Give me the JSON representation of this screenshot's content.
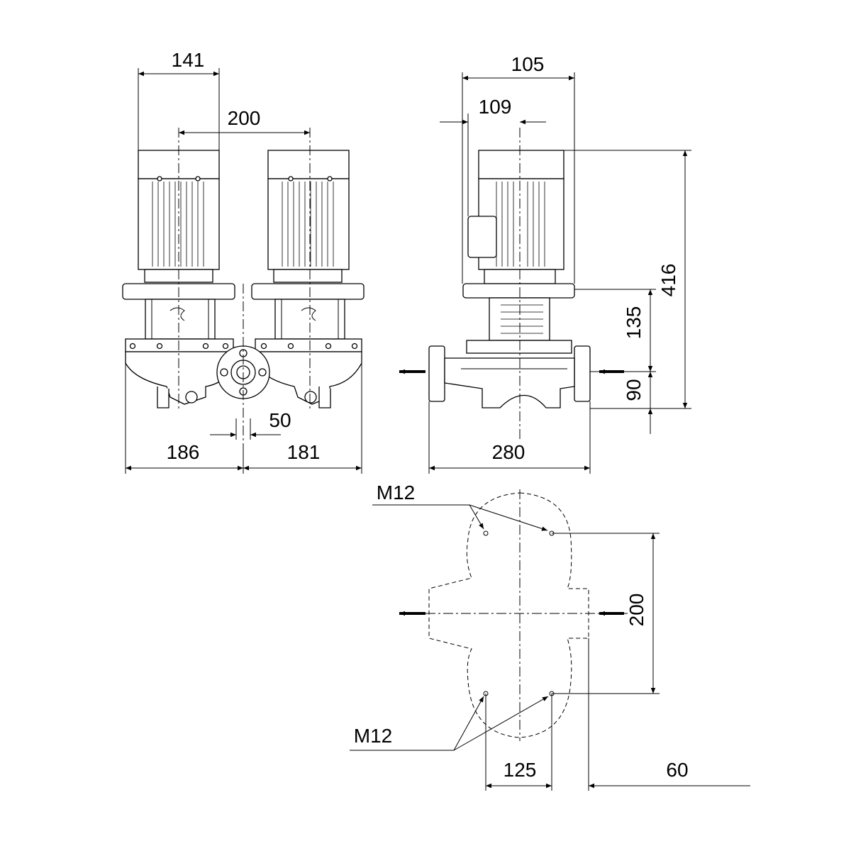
{
  "dimensions": {
    "d141": "141",
    "d200_top": "200",
    "d105": "105",
    "d109": "109",
    "d416": "416",
    "d135": "135",
    "d90": "90",
    "d50": "50",
    "d186": "186",
    "d181": "181",
    "d280": "280",
    "d200_side": "200",
    "d125": "125",
    "d60": "60"
  },
  "labels": {
    "thread_top": "M12",
    "thread_bottom": "M12"
  }
}
